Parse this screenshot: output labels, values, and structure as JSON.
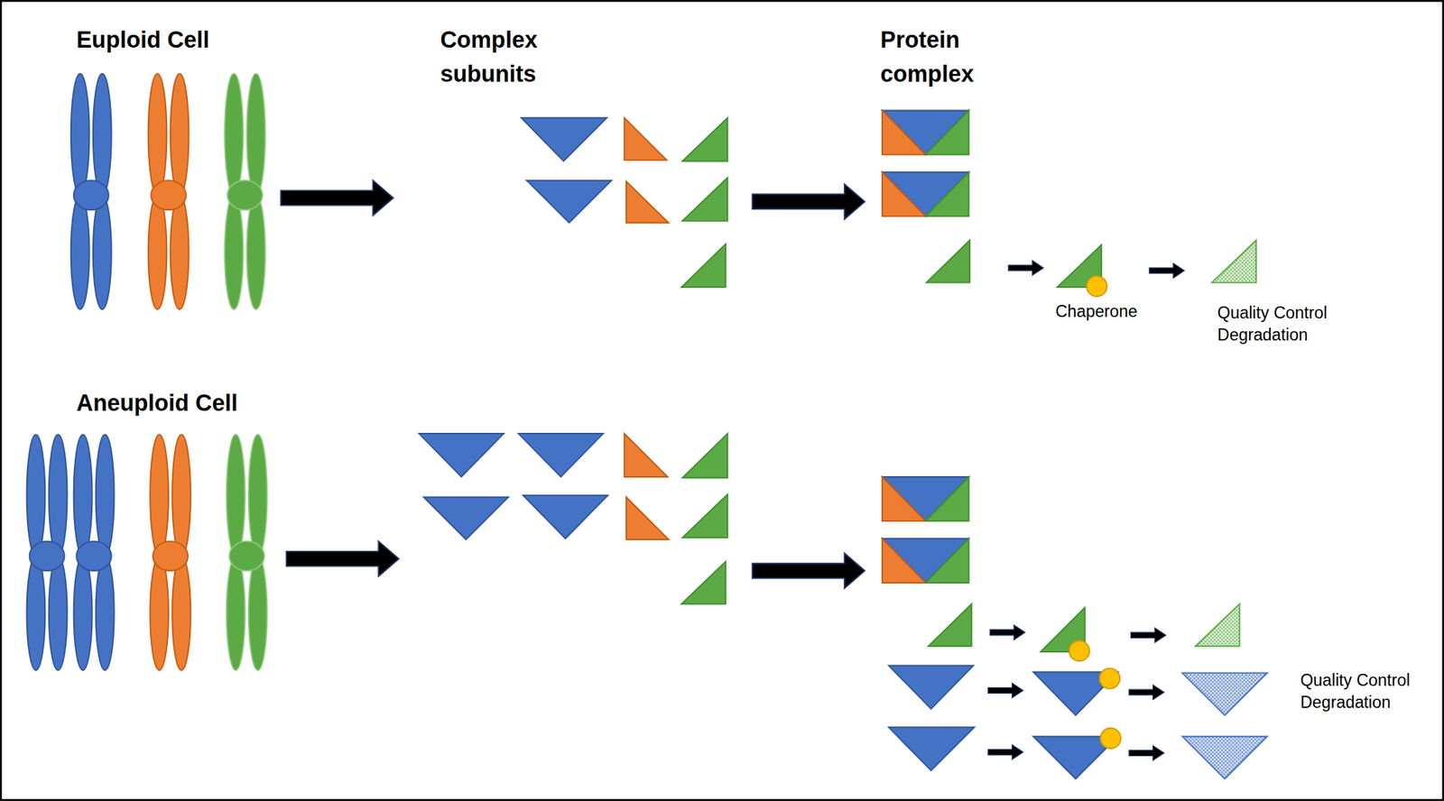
{
  "diagram": {
    "labels": [
      "Euploid Cell",
      "Complex subunits",
      "Protein complex",
      "Chaperone",
      "Quality Control Degradation",
      "Aneuploid Cell",
      "Quality Control Degradation"
    ]
  }
}
